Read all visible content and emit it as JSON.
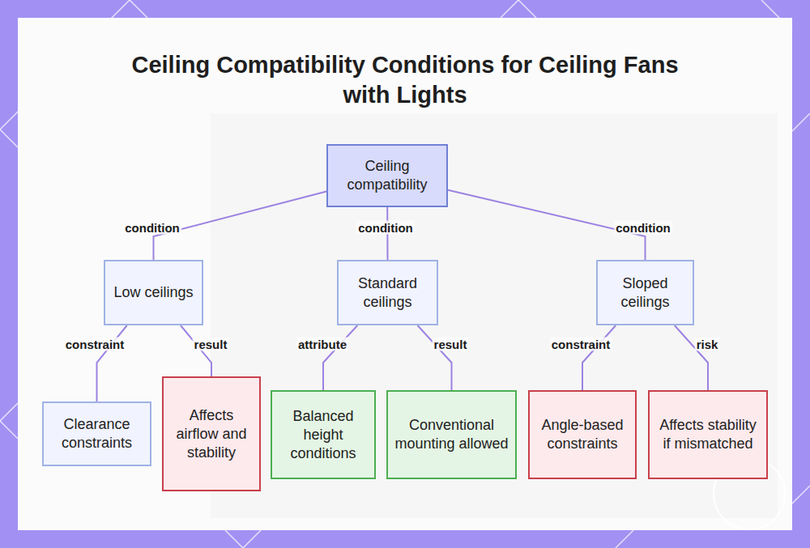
{
  "diagram": {
    "title": "Ceiling Compatibility Conditions for Ceiling Fans with Lights",
    "nodes": [
      {
        "text": [
          "Ceiling compatibility"
        ]
      },
      {
        "text": [
          "Low ceilings"
        ]
      },
      {
        "text": [
          "Standard ceilings"
        ]
      },
      {
        "text": [
          "Sloped ceilings"
        ]
      },
      {
        "text": [
          "Clearance constraints"
        ]
      },
      {
        "text": [
          "Affects airflow and stability"
        ]
      },
      {
        "text": [
          "Balanced height conditions"
        ]
      },
      {
        "text": [
          "Conventional mounting allowed"
        ]
      },
      {
        "text": [
          "Angle-based constraints"
        ]
      },
      {
        "text": [
          "Affects stability if mismatched"
        ]
      }
    ],
    "edges": [
      {
        "from": 0,
        "to": 1,
        "label": "condition",
        "arrow": "none"
      },
      {
        "from": 0,
        "to": 2,
        "label": "condition",
        "arrow": "none"
      },
      {
        "from": 0,
        "to": 3,
        "label": "condition",
        "arrow": "none"
      },
      {
        "from": 1,
        "to": 4,
        "label": "constraint",
        "arrow": "none"
      },
      {
        "from": 1,
        "to": 5,
        "label": "result",
        "arrow": "none"
      },
      {
        "from": 2,
        "to": 6,
        "label": "attribute",
        "arrow": "none"
      },
      {
        "from": 2,
        "to": 7,
        "label": "result",
        "arrow": "none"
      },
      {
        "from": 3,
        "to": 8,
        "label": "constraint",
        "arrow": "none"
      },
      {
        "from": 3,
        "to": 9,
        "label": "risk",
        "arrow": "none"
      }
    ]
  }
}
